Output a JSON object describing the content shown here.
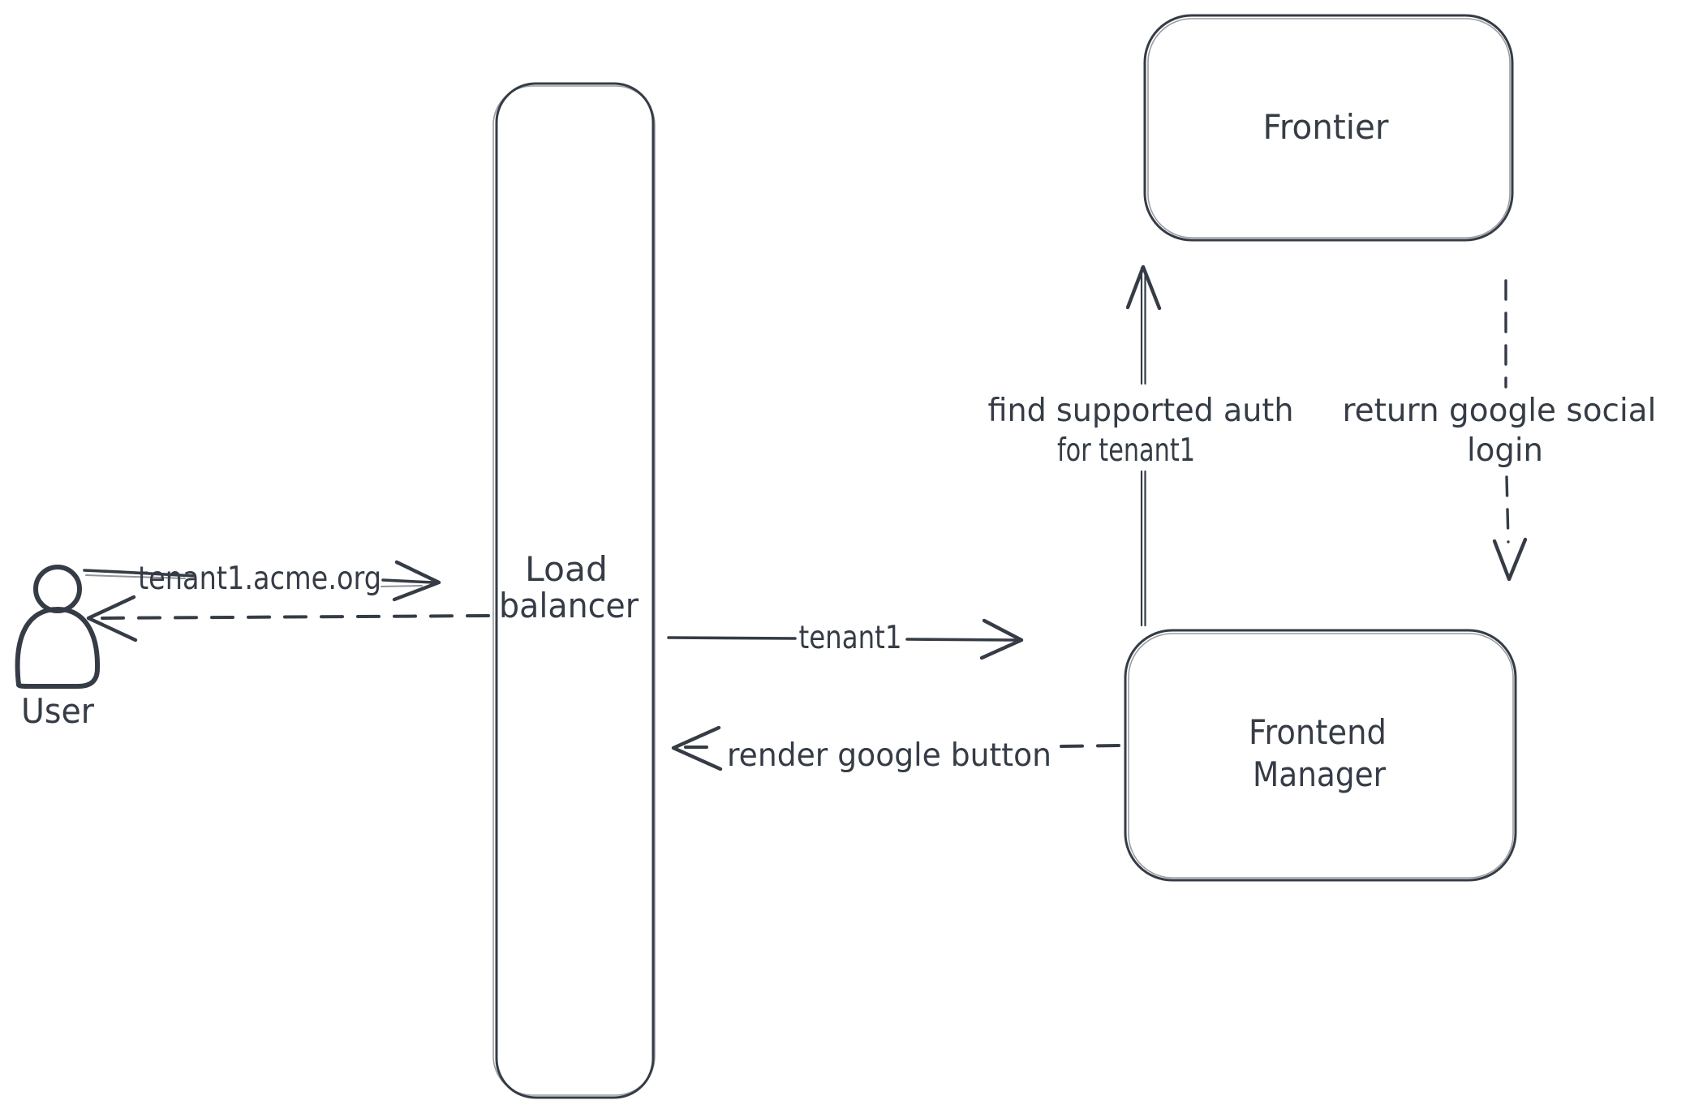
{
  "canvas": {
    "background": "#ffffff",
    "stroke_color": "#353c46",
    "hatch_fill_color": "#ccd5dc"
  },
  "nodes": {
    "user": {
      "label": "User"
    },
    "load_balancer": {
      "lines": [
        "Load",
        "balancer"
      ]
    },
    "frontier": {
      "label": "Frontier"
    },
    "frontend_manager": {
      "lines": [
        "Frontend",
        "Manager"
      ]
    }
  },
  "edges": {
    "user_to_load_balancer": {
      "label": "tenant1.acme.org",
      "line_style": "solid",
      "direction": "right"
    },
    "load_balancer_to_user": {
      "line_style": "dashed",
      "direction": "left"
    },
    "load_balancer_to_frontend_manager": {
      "label": "tenant1",
      "line_style": "solid",
      "direction": "right"
    },
    "frontend_manager_to_load_balancer": {
      "label": "render google button",
      "line_style": "dashed",
      "direction": "left"
    },
    "frontend_manager_to_frontier": {
      "label_lines": [
        "find supported auth",
        "for tenant1"
      ],
      "line_style": "solid",
      "direction": "up"
    },
    "frontier_to_frontend_manager": {
      "label_lines": [
        "return google social",
        "login"
      ],
      "line_style": "dashed",
      "direction": "down"
    }
  }
}
